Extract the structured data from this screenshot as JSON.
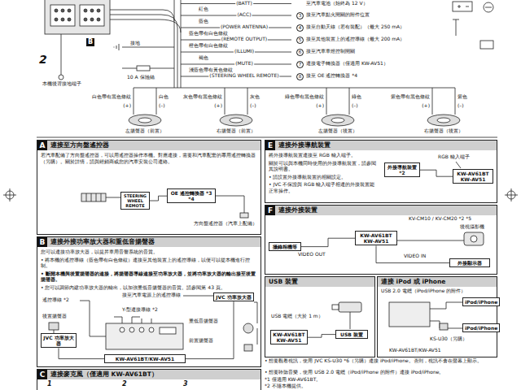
{
  "diagram": {
    "nodes": [
      {
        "text": [
          "A",
          "連接至方向盤遙控器",
          "若汽車配備了方向盤遙控器，可以用遙控器操作本機。對應連接，需要和汽車配套的專用遙控轉換器（另購）。關於詳情，請與經銷商或您的汽車安裝公司連絡。"
        ]
      },
      {
        "text": [
          "STEERING WHEEL REMOTE"
        ],
        "in": 0
      },
      {
        "text": [
          "OE 遙控轉換器 *3 *4"
        ],
        "in": 0
      },
      {
        "text": [
          "B",
          "連接外接功率放大器和重低音揚聲器",
          "您可以連接功率放大器，以提昇車用音響系統的音質。",
          "• 將本機的遙控導線（藍色帶有白色條紋）連接至其他裝置上的遙控導線，以便可以從本機進行控制。",
          "• 斷開本機與後置揚聲器的連接，將揚聲器導線連接至功率放大器，並將功率放大器的輸出接至後置揚聲器。",
          "• 您可以調節內建功率放大器的輸出，以加強重低音揚聲器的音質。請參閱第 43 頁。"
        ]
      },
      {
        "text": [
          "JVC 功率放大器"
        ],
        "in": 3
      },
      {
        "text": [
          "JVC 功率放大器"
        ],
        "in": 3
      },
      {
        "text": [
          "KW-AV61BT/KW-AV51"
        ],
        "in": 3
      },
      {
        "text": [
          "C",
          "連接麥克風（僅適用 KW-AV61BT）"
        ]
      },
      {
        "text": [
          "E",
          "連接外接導航裝置",
          "將外接導航裝置連接至 RGB 輸入端子。",
          "關於可以與本機同時使用的外接導航裝置，請參閱其說明書。",
          "• 請設置外接導航裝置的相關設定。",
          "• JVC 不保證與 RGB 輸入端子相連的外接裝置能正常操作。"
        ]
      },
      {
        "text": [
          "外接導航裝置 *2"
        ],
        "in": 8
      },
      {
        "text": [
          "KW-AV61BT KW-AV51"
        ],
        "in": 8
      },
      {
        "text": [
          "F",
          "連接外接裝置"
        ]
      },
      {
        "text": [
          "攝錄相機等"
        ],
        "in": 11
      },
      {
        "text": [
          "KW-AV61BT KW-AV51"
        ],
        "in": 11
      },
      {
        "text": [
          "外接顯示器"
        ],
        "in": 11
      },
      {
        "text": [
          "USB 裝置"
        ]
      },
      {
        "text": [
          "KW-AV61BT KW-AV51"
        ],
        "in": 15
      },
      {
        "text": [
          "USB 裝置"
        ],
        "in": 15
      },
      {
        "text": [
          "連接 iPod 或 iPhone"
        ]
      },
      {
        "text": [
          "iPod/iPhone"
        ],
        "in": 18
      },
      {
        "text": [
          "iPod/iPhone"
        ],
        "in": 18
      }
    ],
    "edges": [
      {
        "from": 1,
        "to": 2,
        "arrow": "none"
      },
      {
        "from": 6,
        "to": 4,
        "arrow": "none"
      },
      {
        "from": 6,
        "to": 5,
        "arrow": "none"
      },
      {
        "from": 9,
        "to": 10,
        "arrow": "none"
      },
      {
        "from": 12,
        "to": 13,
        "arrow": "none"
      },
      {
        "from": 13,
        "to": 14,
        "arrow": "none"
      },
      {
        "from": 16,
        "to": 17,
        "arrow": "none"
      }
    ],
    "labels": [
      "B",
      "2",
      "本機後背接地端子",
      "接地",
      "10 A 保險絲",
      "(BATT)",
      "至汽車電池（始終為 12 V）",
      "紅色",
      "(ACC)",
      "3",
      "接至汽車點火開關的附件位置",
      "藍色",
      "(POWER ANTENNA)",
      "4",
      "接至自動天線（若有裝配）（最大 250 mA）",
      "藍色帶有白色條紋",
      "(REMOTE OUTPUT)",
      "5",
      "接至其他裝置上的遙控導線（最大 200 mA）",
      "橙色帶有白色條紋",
      "(ILLUMI)",
      "6",
      "接至汽車車燈控制開關",
      "褐色",
      "(MUTE)",
      "7",
      "連接電子轉換器（僅適用 KW-AV51）",
      "淺藍色帶有黃色條紋",
      "(STEERING WHEEL REMOTE)",
      "8",
      "接至 OE 遙控轉換器 *4",
      "白色帶有黑色條紋",
      "白色",
      "灰色帶有黑色條紋",
      "灰色",
      "綠色帶有黑色條紋",
      "綠色",
      "紫色帶有黑色條紋",
      "紫色",
      "(+)",
      "(–)",
      "(+)",
      "(–)",
      "(+)",
      "(–)",
      "(+)",
      "(–)",
      "左揚聲器（前置）",
      "右揚聲器（前置）",
      "左揚聲器（後置）",
      "右揚聲器（後置）",
      "方向盤遙控器（汽車上配備）",
      "接至汽車電源上的遙控導線",
      "遙控導線 *2",
      "Y-型連接導線 *2",
      "後置揚聲器",
      "重低音揚聲器",
      "前置揚聲器",
      "1",
      "2",
      "3",
      "RGB 輸入端子",
      "KV-CM10 / KV-CM20 *2 *5",
      "後視攝影機",
      "VIDEO OUT",
      "VIDEO IN",
      "USB 電纜（大於 1 m）",
      "USB 2.0 電纜（iPod/iPhone 的附件）",
      "KS-U30（另購）",
      "KW-AV61BT/KW-AV51",
      "• 想要觀看視訊，使用 JVC KS-U30 *6（另購）連接 iPod/iPhone。否則，視訊不會在螢幕上顯示。",
      "• 想要聆聽音樂，使用 USB 2.0 電纜（iPod/iPhone 的附件）連接 iPod/iPhone。",
      "*1 僅適用 KW-AV61BT。",
      "*2 不隨本機提供。"
    ]
  }
}
